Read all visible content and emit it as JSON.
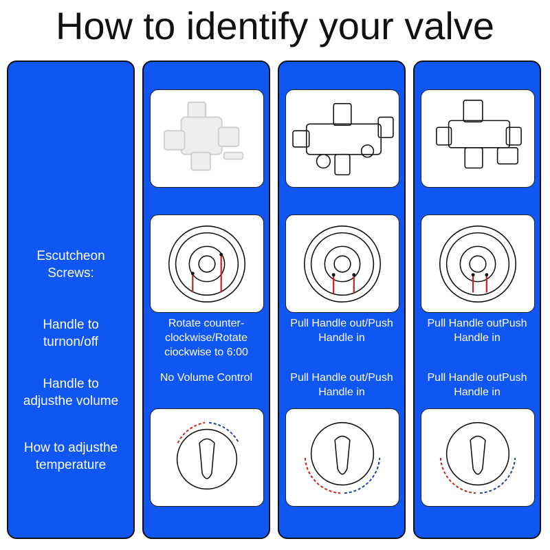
{
  "title": "How to identify your valve",
  "colors": {
    "panel": "#0f56f2",
    "text": "#ffffff",
    "accent_red": "#c81e1e",
    "accent_blue": "#1e3ca0"
  },
  "row_labels": {
    "escutcheon": [
      "Escutcheon",
      "Screws:"
    ],
    "onoff": [
      "Handle to",
      "turnon/off"
    ],
    "volume": [
      "Handle to",
      "adjusthe volume"
    ],
    "temperature": [
      "How to adjusthe",
      "temperature"
    ]
  },
  "columns": [
    {
      "valve_icon": "valve-body-icon",
      "onoff": [
        "Rotate counter-",
        "clockwise/Rotate",
        "ciockwise to 6:00"
      ],
      "volume": [
        "No Volume Control"
      ]
    },
    {
      "valve_icon": "valve-body-icon",
      "onoff": [
        "Pull Handle out/Push",
        "Handle in"
      ],
      "volume": [
        "Pull Handle out/Push",
        "Handle in"
      ]
    },
    {
      "valve_icon": "valve-body-icon",
      "onoff": [
        "Pull Handle outPush",
        "Handle in"
      ],
      "volume": [
        "Pull Handle outPush",
        "Handle in"
      ]
    }
  ]
}
